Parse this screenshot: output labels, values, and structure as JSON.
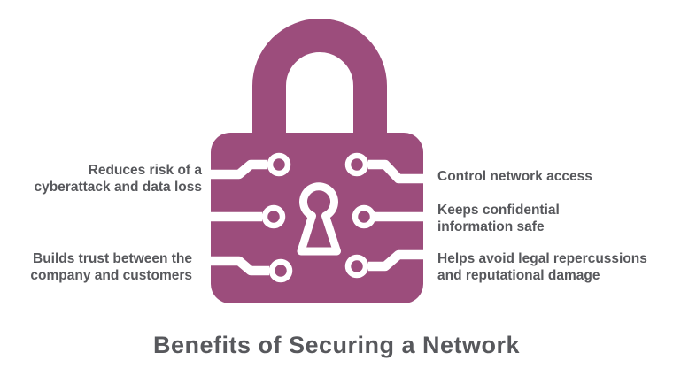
{
  "title": "Benefits of Securing a Network",
  "benefits": {
    "left": [
      {
        "lines": [
          "Reduces risk of a",
          "cyberattack and data loss"
        ]
      },
      {
        "lines": [
          "Builds trust between the",
          "company and customers"
        ]
      }
    ],
    "right": [
      {
        "lines": [
          "Control network access"
        ]
      },
      {
        "lines": [
          "Keeps confidential",
          "information safe"
        ]
      },
      {
        "lines": [
          "Helps avoid legal repercussions",
          "and reputational damage"
        ]
      }
    ]
  },
  "icon": {
    "name": "padlock-circuit-icon"
  },
  "colors": {
    "accent": "#9C4D7C",
    "detail": "#FFFFFF",
    "text": "#57585C",
    "background": "#FFFFFF"
  }
}
